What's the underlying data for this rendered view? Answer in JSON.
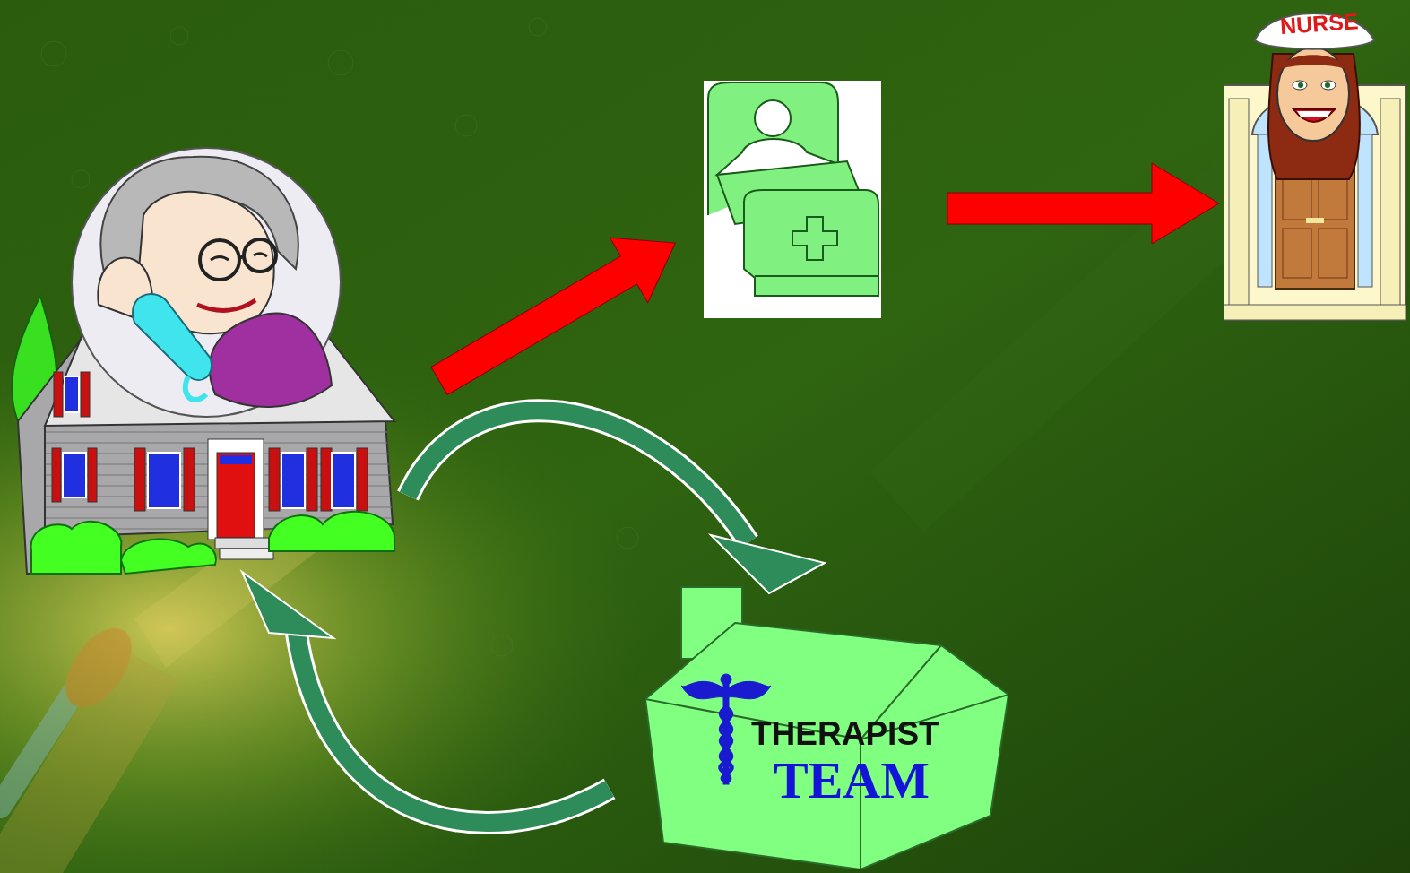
{
  "diagram": {
    "nodes": [
      {
        "text": [
          "NURSE"
        ]
      },
      {
        "text": [
          "THERAPIST",
          "TEAM"
        ]
      }
    ]
  }
}
